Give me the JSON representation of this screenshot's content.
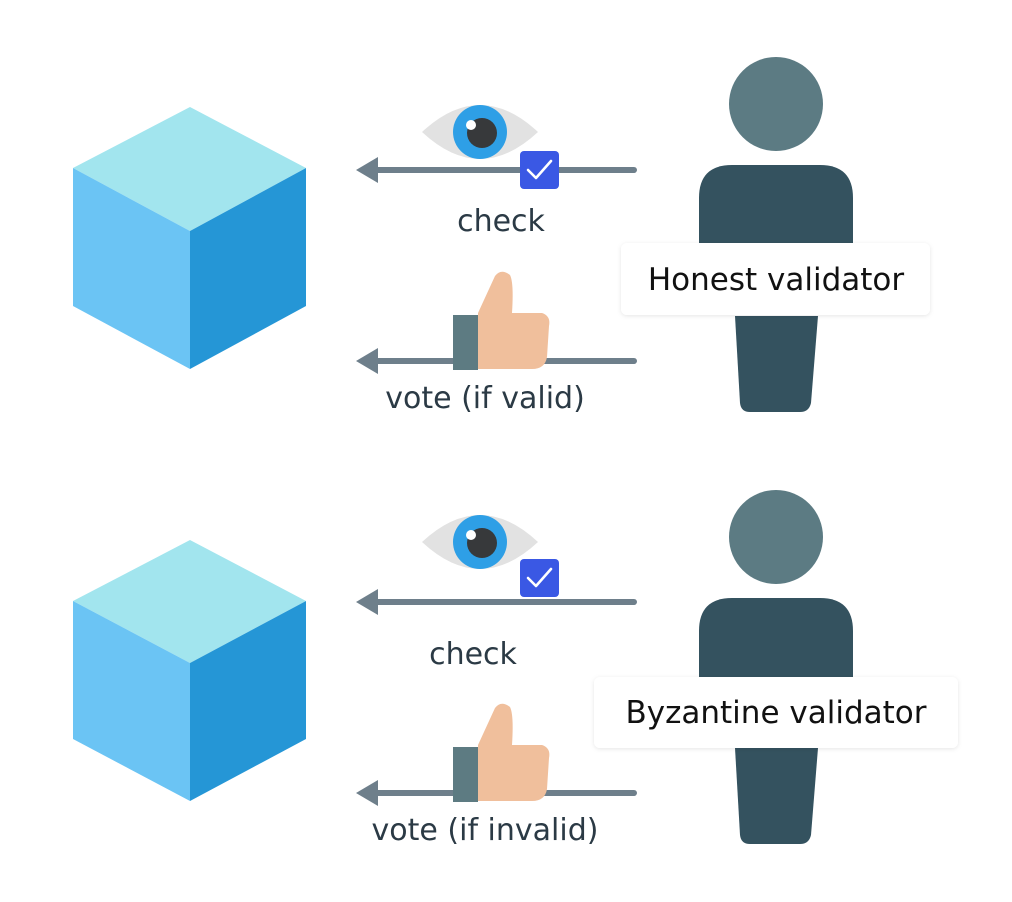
{
  "diagram": {
    "colors": {
      "cube_top": "#A2E5EE",
      "cube_left": "#6BC4F4",
      "cube_right": "#2596D6",
      "arrow": "#6E7F8B",
      "eye_white": "#E2E2E2",
      "iris": "#2E9FE6",
      "pupil": "#37393B",
      "checkbox": "#3A58E4",
      "thumb": "#F0BF9C",
      "cuff": "#5D7B82",
      "person_head": "#5C7B83",
      "person_body": "#34525F",
      "label_box": "#FFFFFF"
    },
    "scenarios": [
      {
        "check_label": "check",
        "vote_label": "vote (if valid)",
        "role_label": "Honest validator"
      },
      {
        "check_label": "check",
        "vote_label": "vote (if invalid)",
        "role_label": "Byzantine validator"
      }
    ]
  }
}
